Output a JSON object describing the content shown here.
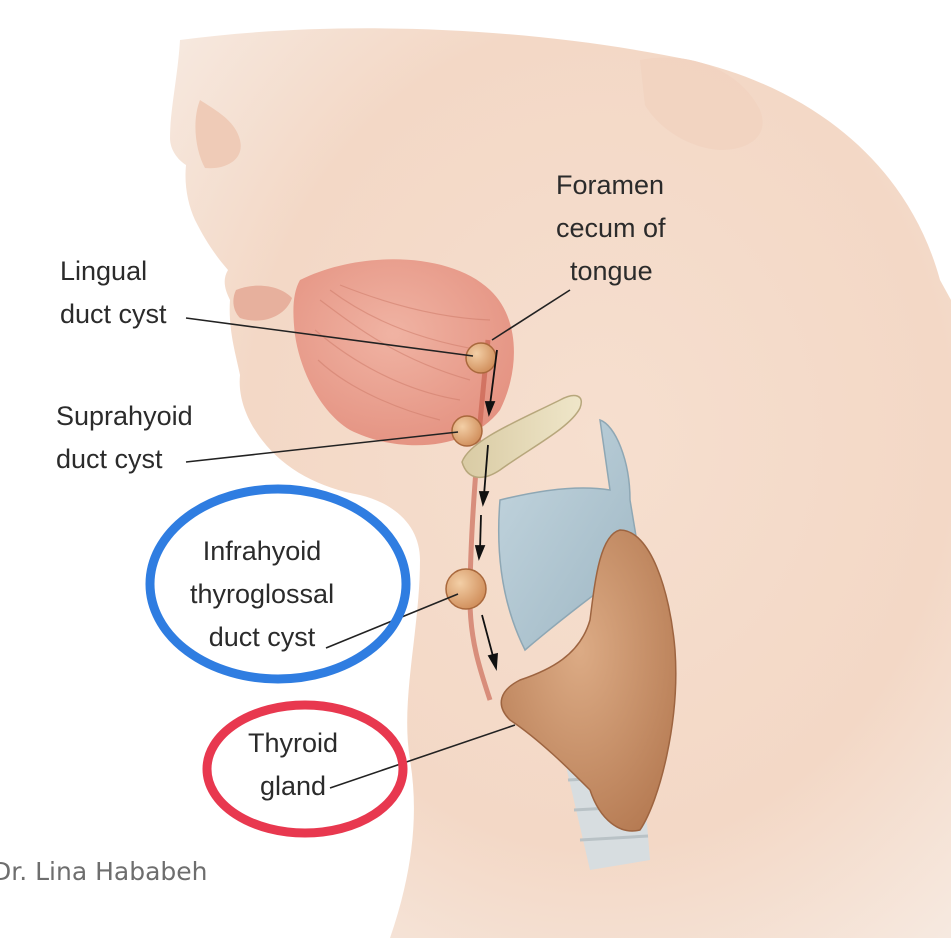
{
  "labels": {
    "foramen": [
      "Foramen",
      "cecum of",
      "tongue"
    ],
    "lingual": [
      "Lingual",
      "duct cyst"
    ],
    "suprahyoid": [
      "Suprahyoid",
      "duct cyst"
    ],
    "infrahyoid": [
      "Infrahyoid",
      "thyroglossal",
      "duct cyst"
    ],
    "thyroid": [
      "Thyroid",
      "gland"
    ]
  },
  "credit": "Dr. Lina Hababeh",
  "highlights": {
    "infrahyoid_ring_color": "#2f7de1",
    "thyroid_ring_color": "#e8384f"
  }
}
